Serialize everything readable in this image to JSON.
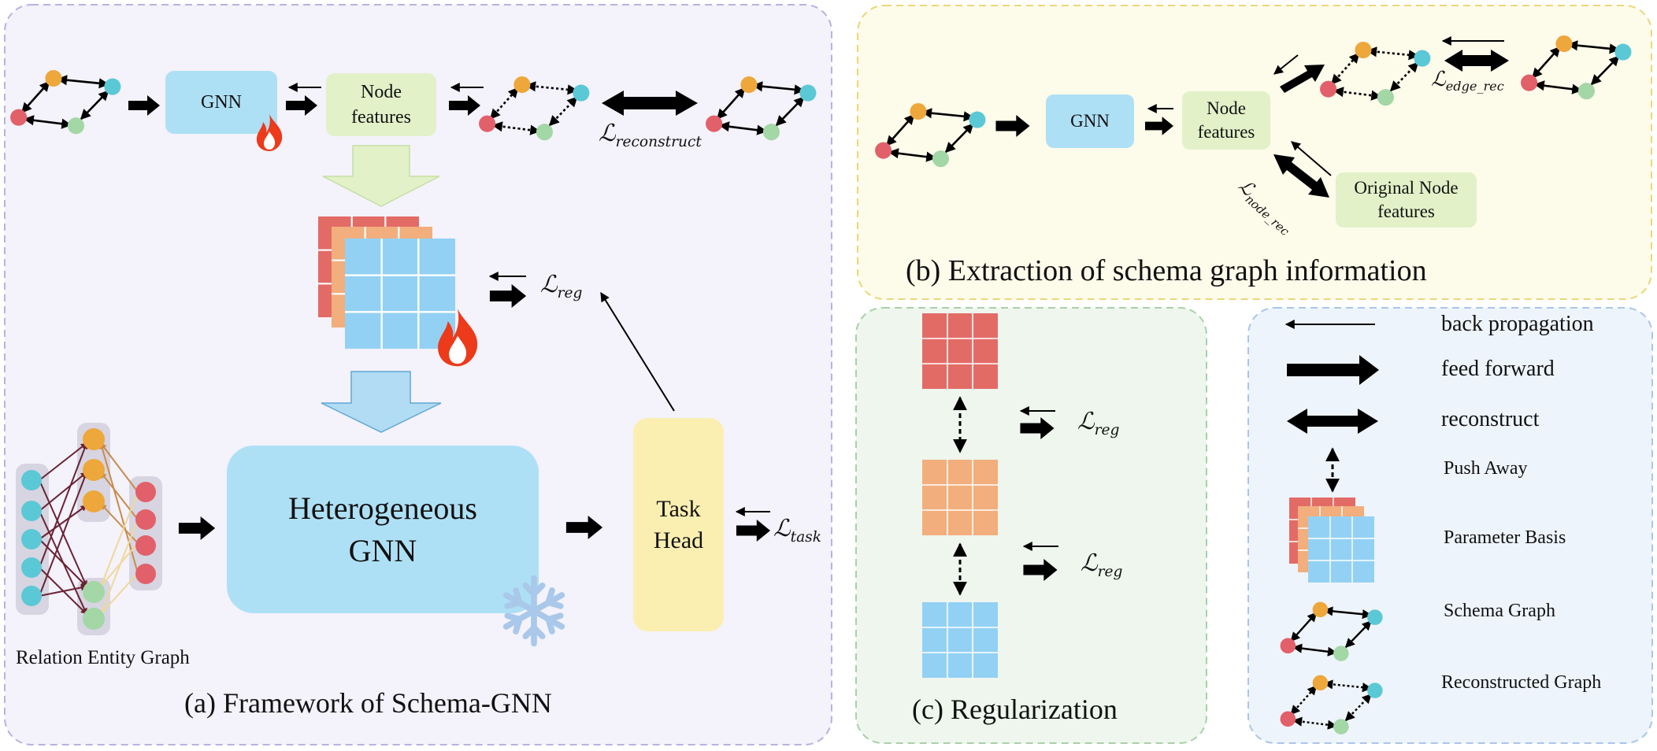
{
  "panel_a": {
    "caption": "(a) Framework of Schema-GNN",
    "gnn_label": "GNN",
    "node_features_label": "Node features",
    "hetero_gnn_label": "Heterogeneous GNN",
    "task_head_label": "Task Head",
    "relation_entity_label": "Relation Entity Graph",
    "loss_reconstruct": "ℒ",
    "loss_reconstruct_sub": "reconstruct",
    "loss_reg": "ℒ",
    "loss_reg_sub": "reg",
    "loss_task": "ℒ",
    "loss_task_sub": "task"
  },
  "panel_b": {
    "caption": "(b) Extraction of schema graph information",
    "gnn_label": "GNN",
    "node_features_label": "Node features",
    "original_features_label": "Original Node features",
    "loss_edge": "ℒ",
    "loss_edge_sub": "edge_rec",
    "loss_node": "ℒ",
    "loss_node_sub": "node_rec"
  },
  "panel_c": {
    "caption": "(c) Regularization",
    "loss_reg_1": "ℒ",
    "loss_reg_1_sub": "reg",
    "loss_reg_2": "ℒ",
    "loss_reg_2_sub": "reg"
  },
  "legend": {
    "back_propagation": "back propagation",
    "feed_forward": "feed forward",
    "reconstruct": "reconstruct",
    "push_away": "Push Away",
    "parameter_basis": "Parameter Basis",
    "schema_graph": "Schema Graph",
    "reconstructed_graph": "Reconstructed Graph"
  },
  "colors": {
    "panel_a_bg": "#f4f2fb",
    "panel_a_border": "#b9b2e0",
    "panel_b_bg": "#fdfbea",
    "panel_b_border": "#ebd778",
    "panel_c_bg": "#eef6ee",
    "panel_c_border": "#a8d1a8",
    "legend_bg": "#eef4fb",
    "legend_border": "#a9c6ea",
    "gnn_box": "#aee0f5",
    "node_features_box": "#e2f1c8",
    "task_head_box": "#fbeeb1",
    "matrix_red": "#e36b66",
    "matrix_orange": "#f2ae7c",
    "matrix_blue": "#93d1f4",
    "node_orange": "#eea73a",
    "node_cyan": "#5bc8d6",
    "node_red": "#e2606a",
    "node_green": "#a3d7a6"
  },
  "icons": [
    "flame-icon",
    "snowflake-icon"
  ]
}
